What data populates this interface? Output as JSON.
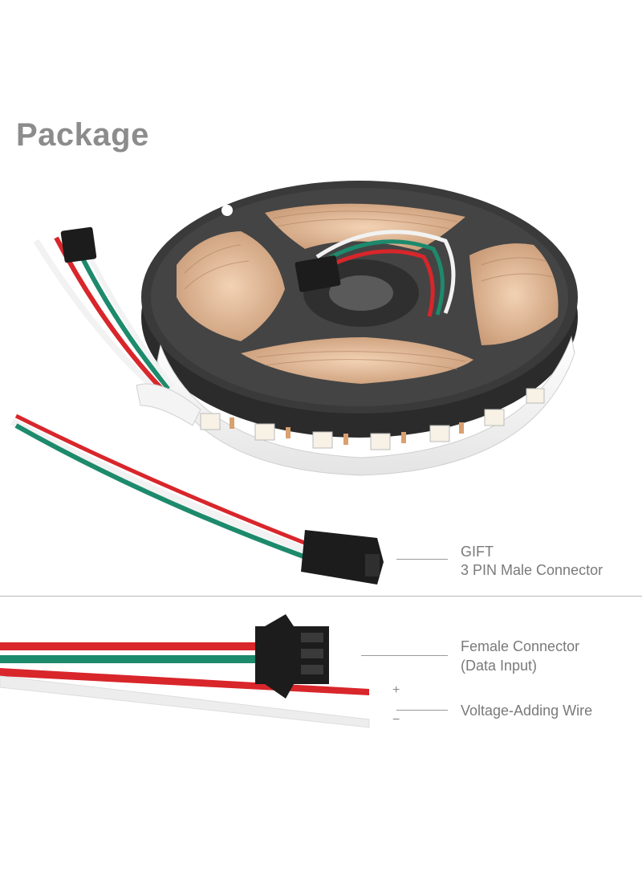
{
  "title": "Package",
  "gift": {
    "line1": "GIFT",
    "line2": "3 PIN Male Connector"
  },
  "female": {
    "line1": "Female Connector",
    "line2": "(Data Input)"
  },
  "voltage": {
    "label": "Voltage-Adding Wire",
    "plus": "+",
    "minus": "−"
  },
  "colors": {
    "title": "#8c8c8c",
    "label": "#7a7a7a",
    "wire_red": "#d8262b",
    "wire_green": "#1d8a6c",
    "wire_white": "#f2f2f2",
    "reel": "#3a3a3a",
    "connector": "#1c1c1c"
  }
}
